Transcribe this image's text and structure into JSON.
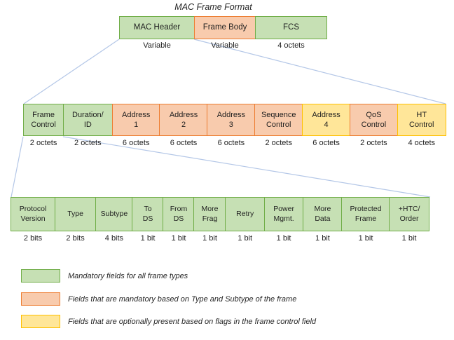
{
  "title": "MAC Frame Format",
  "colors": {
    "green_fill": "#C6E0B4",
    "green_border": "#70AD47",
    "orange_fill": "#F8CBAD",
    "orange_border": "#ED7D31",
    "yellow_fill": "#FFE699",
    "yellow_border": "#FFC000",
    "connector": "#B4C7E7"
  },
  "rows": [
    {
      "name": "mac-frame",
      "cells": [
        {
          "label": "MAC Header",
          "size": "Variable",
          "type": "green"
        },
        {
          "label": "Frame Body",
          "size": "Variable",
          "type": "orange"
        },
        {
          "label": "FCS",
          "size": "4 octets",
          "type": "green"
        }
      ]
    },
    {
      "name": "mac-header-fields",
      "cells": [
        {
          "label": "Frame\nControl",
          "size": "2 octets",
          "type": "green"
        },
        {
          "label": "Duration/\nID",
          "size": "2 octets",
          "type": "green"
        },
        {
          "label": "Address\n1",
          "size": "6 octets",
          "type": "orange"
        },
        {
          "label": "Address\n2",
          "size": "6 octets",
          "type": "orange"
        },
        {
          "label": "Address\n3",
          "size": "6 octets",
          "type": "orange"
        },
        {
          "label": "Sequence\nControl",
          "size": "2 octets",
          "type": "orange"
        },
        {
          "label": "Address\n4",
          "size": "6 octets",
          "type": "yellow"
        },
        {
          "label": "QoS\nControl",
          "size": "2 octets",
          "type": "orange"
        },
        {
          "label": "HT\nControl",
          "size": "4 octets",
          "type": "yellow"
        }
      ]
    },
    {
      "name": "frame-control-fields",
      "cells": [
        {
          "label": "Protocol\nVersion",
          "size": "2 bits",
          "type": "green"
        },
        {
          "label": "Type",
          "size": "2 bits",
          "type": "green"
        },
        {
          "label": "Subtype",
          "size": "4 bits",
          "type": "green"
        },
        {
          "label": "To\nDS",
          "size": "1 bit",
          "type": "green"
        },
        {
          "label": "From\nDS",
          "size": "1 bit",
          "type": "green"
        },
        {
          "label": "More\nFrag",
          "size": "1 bit",
          "type": "green"
        },
        {
          "label": "Retry",
          "size": "1 bit",
          "type": "green"
        },
        {
          "label": "Power\nMgmt.",
          "size": "1 bit",
          "type": "green"
        },
        {
          "label": "More\nData",
          "size": "1 bit",
          "type": "green"
        },
        {
          "label": "Protected\nFrame",
          "size": "1 bit",
          "type": "green"
        },
        {
          "label": "+HTC/\nOrder",
          "size": "1 bit",
          "type": "green"
        }
      ]
    }
  ],
  "legend": [
    {
      "type": "green",
      "text": "Mandatory fields for all frame types"
    },
    {
      "type": "orange",
      "text": "Fields that are mandatory based on Type and Subtype of the frame"
    },
    {
      "type": "yellow",
      "text": "Fields that are optionally present based on flags in the frame control field"
    }
  ]
}
